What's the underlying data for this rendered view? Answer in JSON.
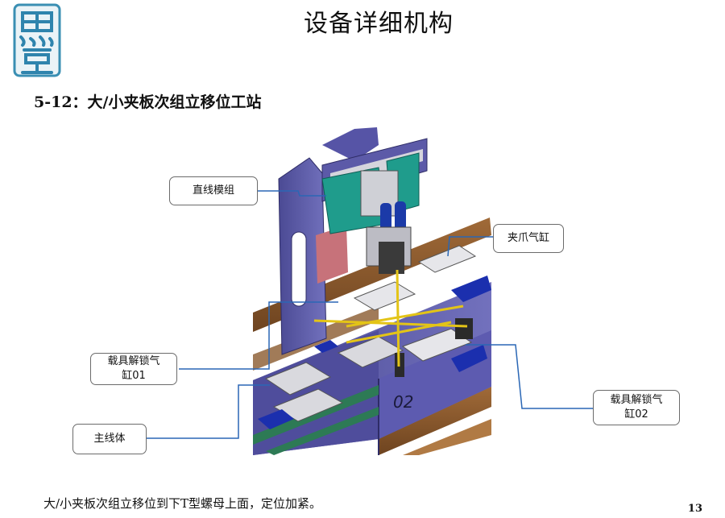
{
  "title": "设备详细机构",
  "section_heading": "5-12：大/小夹板次组立移位工站",
  "callouts": {
    "linear_module": "直线模组",
    "gripper_cylinder": "夹爪气缸",
    "carrier_unlock_01_line1": "载具解锁气",
    "carrier_unlock_01_line2": "缸01",
    "carrier_unlock_02_line1": "载具解锁气",
    "carrier_unlock_02_line2": "缸02",
    "main_line": "主线体"
  },
  "station_label": "02",
  "caption": "大/小夹板次组立移位到下T型螺母上面，定位加紧。",
  "page_number": "13",
  "colors": {
    "machine_purple": "#5c5aa8",
    "machine_dark": "#3e3c7a",
    "teal_plate": "#1f9c8c",
    "leader_line": "#2a67b5",
    "wood_rail": "#8a5a2e"
  }
}
